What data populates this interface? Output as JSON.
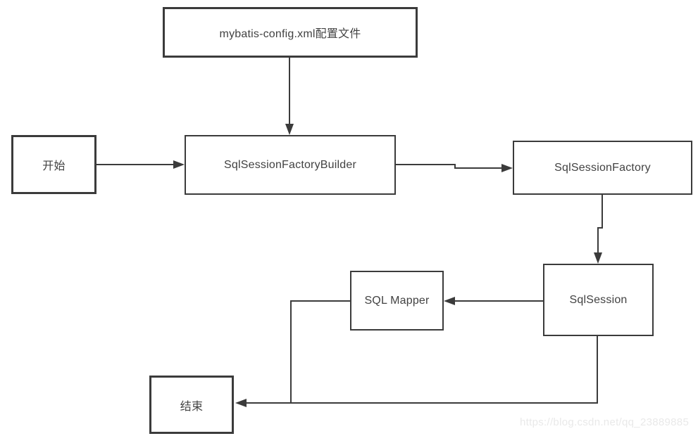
{
  "diagram": {
    "background": "#ffffff",
    "stroke_color": "#3b3b3b",
    "text_color": "#424242",
    "nodes": {
      "config": {
        "label": "mybatis-config.xml配置文件"
      },
      "start": {
        "label": "开始"
      },
      "builder": {
        "label": "SqlSessionFactoryBuilder"
      },
      "factory": {
        "label": "SqlSessionFactory"
      },
      "session": {
        "label": "SqlSession"
      },
      "mapper": {
        "label": "SQL Mapper"
      },
      "end": {
        "label": "结束"
      }
    },
    "edges": [
      {
        "from": "config",
        "to": "builder"
      },
      {
        "from": "start",
        "to": "builder"
      },
      {
        "from": "builder",
        "to": "factory"
      },
      {
        "from": "factory",
        "to": "session"
      },
      {
        "from": "session",
        "to": "mapper"
      },
      {
        "from": "mapper",
        "to": "end-junction"
      },
      {
        "from": "session",
        "to": "end"
      }
    ],
    "watermark": {
      "text": "https://blog.csdn.net/qq_23889885",
      "color": "#e9e9e9"
    }
  }
}
